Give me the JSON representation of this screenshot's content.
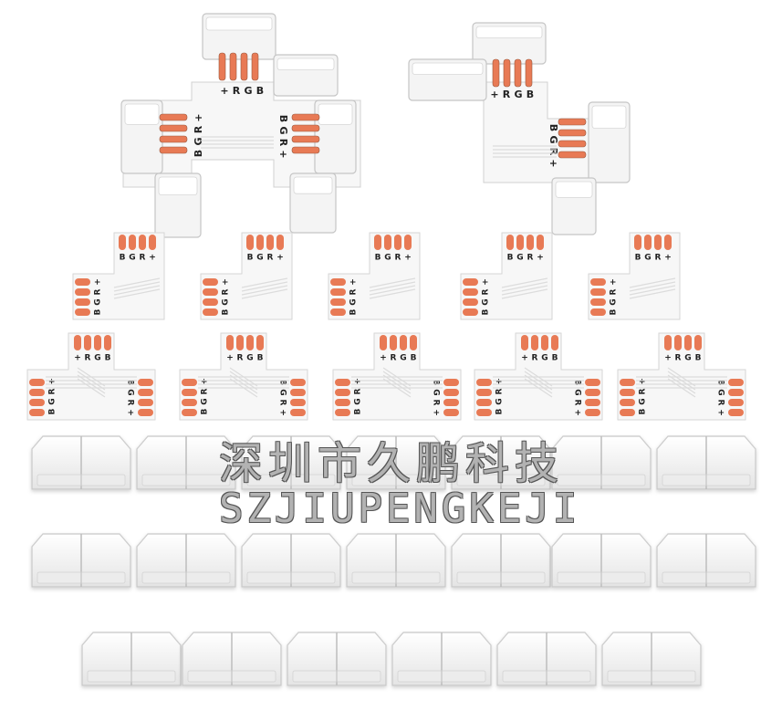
{
  "product": {
    "pcb_color": "#e87a55",
    "connector_color": "#f4f4f4",
    "board_color": "#f7f7f7",
    "pin_labels_top": [
      "+",
      "R",
      "G",
      "B"
    ],
    "pin_labels_side": [
      "B",
      "G",
      "R",
      "+"
    ],
    "counts": {
      "housed_t_connectors": 1,
      "housed_l_connectors": 1,
      "bare_l_boards": 5,
      "bare_t_boards": 5,
      "gapless_clips": 20
    }
  },
  "watermark": {
    "chinese": "深圳市久鹏科技",
    "latin": "SZJIUPENGKEJI"
  }
}
